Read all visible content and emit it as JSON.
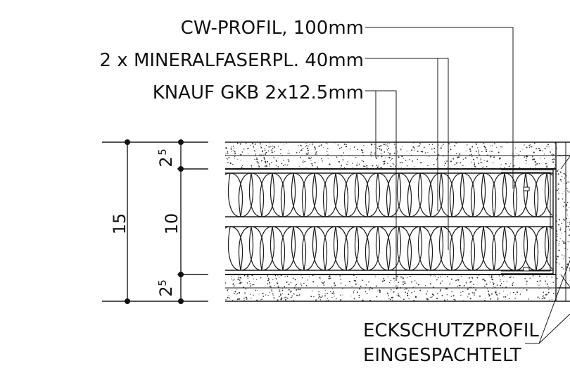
{
  "labels": {
    "cw_profil": "CW-PROFIL, 100mm",
    "mineralfaser": "2 x MINERALFASERPL. 40mm",
    "knauf": "KNAUF GKB 2x12.5mm",
    "eckschutz_line1": "ECKSCHUTZPROFIL",
    "eckschutz_line2": "EINGESPACHTELT"
  },
  "dimensions": {
    "total": "15",
    "core": "10",
    "board_top_main": "2",
    "board_top_sup": "5",
    "board_bottom_main": "2",
    "board_bottom_sup": "5"
  }
}
